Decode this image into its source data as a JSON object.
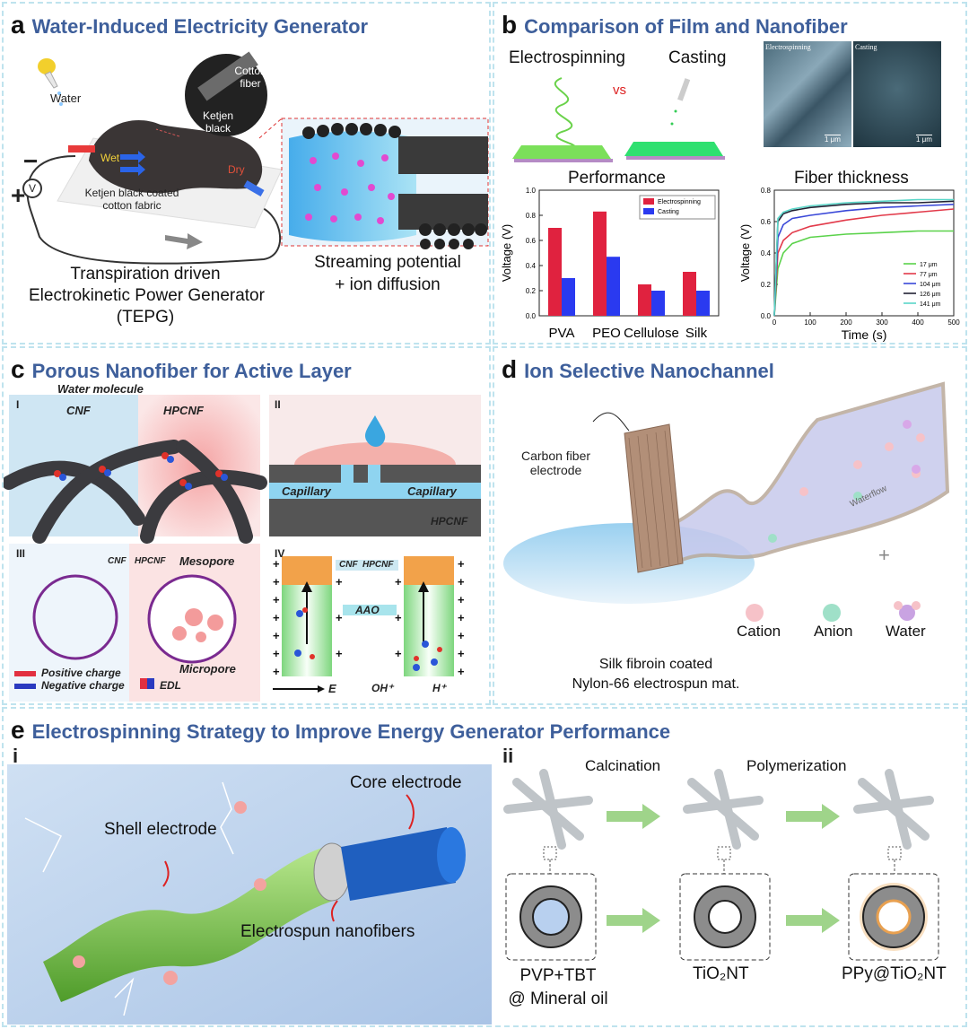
{
  "panel_a": {
    "letter": "a",
    "title": "Water-Induced Electricity Generator",
    "labels": {
      "water": "Water",
      "cotton_fiber": "Cotton fiber",
      "ketjen_black": "Ketjen black",
      "wet": "Wet",
      "dry": "Dry",
      "minus": "−",
      "plus": "+",
      "voltmeter": "V",
      "fabric": "Ketjen black coated cotton fabric"
    },
    "caption_lines": [
      "Transpiration driven",
      "Electrokinetic Power Generator",
      "(TEPG)"
    ],
    "streaming_lines": [
      "Streaming potential",
      "+ ion diffusion"
    ]
  },
  "panel_b": {
    "letter": "b",
    "title": "Comparison of Film and Nanofiber",
    "electrospinning": "Electrospinning",
    "vs": "vs",
    "casting": "Casting",
    "sem_left": "Electrospinning",
    "sem_right": "Casting",
    "scale_bar": "1 μm",
    "performance": "Performance",
    "fiber_thickness": "Fiber thickness"
  },
  "panel_c": {
    "letter": "c",
    "title": "Porous Nanofiber for Active Layer",
    "water_molecule": "Water molecule",
    "roman": [
      "I",
      "II",
      "III",
      "IV"
    ],
    "cnf": "CNF",
    "hpcnf": "HPCNF",
    "capillary": "Capillary",
    "mesopore": "Mesopore",
    "micropore": "Micropore",
    "positive_charge": "Positive charge",
    "negative_charge": "Negative charge",
    "edl": "EDL",
    "aao": "AAO",
    "e": "E",
    "oh": "OH⁺",
    "h": "H⁺"
  },
  "panel_d": {
    "letter": "d",
    "title": "Ion Selective Nanochannel",
    "carbon_fiber": [
      "Carbon fiber",
      "electrode"
    ],
    "waterflow": "Waterflow",
    "cation": "Cation",
    "anion": "Anion",
    "water": "Water",
    "plus": "+",
    "silk": [
      "Silk fibroin coated",
      "Nylon-66 electrospun mat."
    ]
  },
  "panel_e": {
    "letter": "e",
    "title": "Electrospinning Strategy to Improve Energy Generator Performance",
    "sub_i": "i",
    "sub_ii": "ii",
    "core_electrode": "Core electrode",
    "shell_electrode": "Shell electrode",
    "electrospun": "Electrospun nanofibers",
    "calcination": "Calcination",
    "polymerization": "Polymerization",
    "pvp": [
      "PVP+TBT",
      "@ Mineral oil"
    ],
    "tio2": "TiO₂NT",
    "ppy": "PPy@TiO₂NT"
  },
  "chart_data": [
    {
      "type": "bar",
      "categories": [
        "PVA",
        "PEO",
        "Cellulose",
        "Silk"
      ],
      "series": [
        {
          "name": "Electrospinning",
          "values": [
            0.7,
            0.83,
            0.25,
            0.35
          ],
          "color": "#e0223f"
        },
        {
          "name": "Casting",
          "values": [
            0.3,
            0.47,
            0.2,
            0.2
          ],
          "color": "#2a3af0"
        }
      ],
      "ylabel": "Voltage (V)",
      "ylim": [
        0,
        1.0
      ],
      "yticks": [
        "0.0",
        "0.2",
        "0.4",
        "0.6",
        "0.8",
        "1.0"
      ],
      "legend": "top-right"
    },
    {
      "type": "line",
      "xlabel": "Time (s)",
      "ylabel": "Voltage (V)",
      "xlim": [
        0,
        500
      ],
      "ylim": [
        0,
        0.8
      ],
      "xticks": [
        "0",
        "100",
        "200",
        "300",
        "400",
        "500"
      ],
      "yticks": [
        "0.0",
        "0.2",
        "0.4",
        "0.6",
        "0.8"
      ],
      "legend": "bottom-right",
      "series": [
        {
          "name": "17 μm",
          "color": "#5ad24a",
          "x": [
            0,
            10,
            25,
            50,
            100,
            200,
            300,
            400,
            500
          ],
          "y": [
            0,
            0.3,
            0.4,
            0.46,
            0.5,
            0.52,
            0.53,
            0.54,
            0.54
          ]
        },
        {
          "name": "77 μm",
          "color": "#e23a4a",
          "x": [
            0,
            10,
            25,
            50,
            100,
            200,
            300,
            400,
            500
          ],
          "y": [
            0,
            0.4,
            0.48,
            0.53,
            0.57,
            0.61,
            0.64,
            0.66,
            0.68
          ]
        },
        {
          "name": "104 μm",
          "color": "#3a48d8",
          "x": [
            0,
            10,
            25,
            50,
            100,
            200,
            300,
            400,
            500
          ],
          "y": [
            0,
            0.5,
            0.58,
            0.62,
            0.64,
            0.67,
            0.69,
            0.7,
            0.71
          ]
        },
        {
          "name": "126 μm",
          "color": "#222233",
          "x": [
            0,
            10,
            25,
            50,
            100,
            200,
            300,
            400,
            500
          ],
          "y": [
            0,
            0.6,
            0.65,
            0.67,
            0.69,
            0.71,
            0.72,
            0.72,
            0.73
          ]
        },
        {
          "name": "141 μm",
          "color": "#5ad6c8",
          "x": [
            0,
            10,
            25,
            50,
            100,
            200,
            300,
            400,
            500
          ],
          "y": [
            0,
            0.62,
            0.66,
            0.68,
            0.7,
            0.72,
            0.73,
            0.74,
            0.74
          ]
        }
      ]
    }
  ]
}
